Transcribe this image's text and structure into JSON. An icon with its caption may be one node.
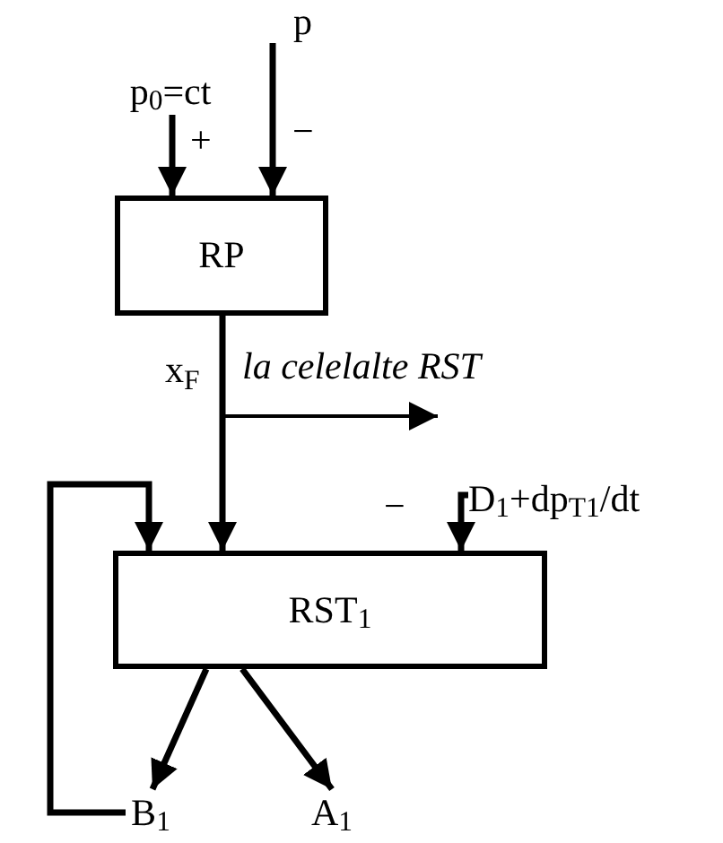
{
  "diagram": {
    "nodes": [
      {
        "text": [
          "p$_{0}$=ct"
        ]
      },
      {
        "text": [
          "p"
        ]
      },
      {
        "text": [
          "RP"
        ]
      },
      {
        "text": [
          "D$_{1}$+dp$_{T1}$/dt"
        ]
      },
      {
        "text": [
          "RST$_{1}$"
        ]
      },
      {
        "text": [
          "B$_{1}$"
        ]
      },
      {
        "text": [
          "A$_{1}$"
        ]
      }
    ],
    "edges": [
      {
        "from": 0,
        "to": 2,
        "arrow": "to",
        "label": "+"
      },
      {
        "from": 1,
        "to": 2,
        "arrow": "to",
        "label": "−"
      },
      {
        "from": 2,
        "to": 4,
        "arrow": "to",
        "label": "x$_{F}$"
      },
      {
        "from": 2,
        "to": null,
        "arrow": "to",
        "label": "la celelalte RST"
      },
      {
        "from": 3,
        "to": 4,
        "arrow": "to",
        "label": "−"
      },
      {
        "from": 4,
        "to": 5,
        "arrow": "to"
      },
      {
        "from": 4,
        "to": 6,
        "arrow": "to"
      },
      {
        "from": 5,
        "to": 4,
        "arrow": "to"
      }
    ]
  }
}
